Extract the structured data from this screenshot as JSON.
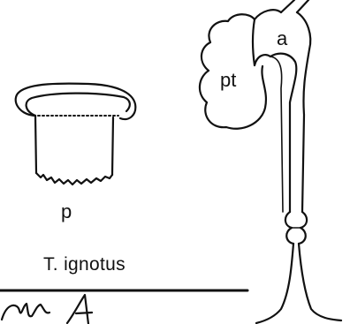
{
  "labels": {
    "a": "a",
    "pt": "pt",
    "p": "p",
    "species": "T. ignotus"
  }
}
